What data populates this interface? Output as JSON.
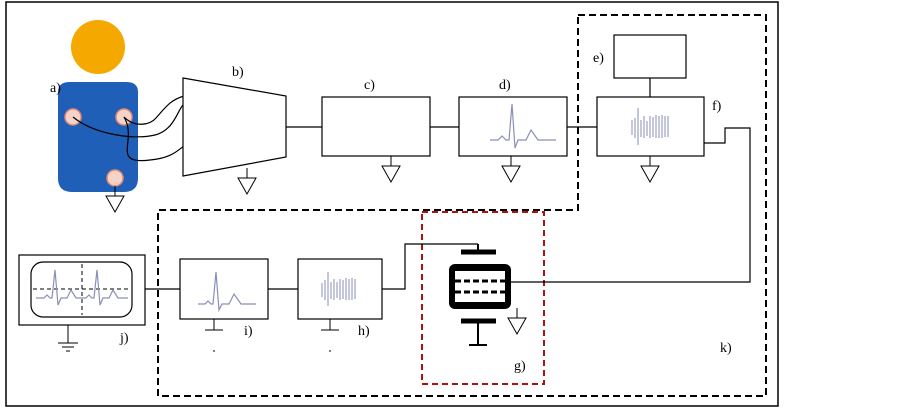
{
  "labels": {
    "a": "a)",
    "b": "b)",
    "c": "c)",
    "d": "d)",
    "e": "e)",
    "f": "f)",
    "g": "g)",
    "h": "h)",
    "i": "i)",
    "j": "j)",
    "k": "k)"
  },
  "colors": {
    "head": "#F5A800",
    "torso": "#1F5FB8",
    "electrode": "#F6D3C8",
    "signal": "#8A8FB8",
    "dashed_group": "#000000",
    "dashed_plate": "#B01010"
  },
  "icons": [
    "person-icon",
    "electrode-icon",
    "amplifier-icon",
    "ground-icon",
    "ecg-waveform-icon",
    "modulated-signal-icon",
    "capacitor-plate-icon",
    "oscilloscope-icon"
  ]
}
